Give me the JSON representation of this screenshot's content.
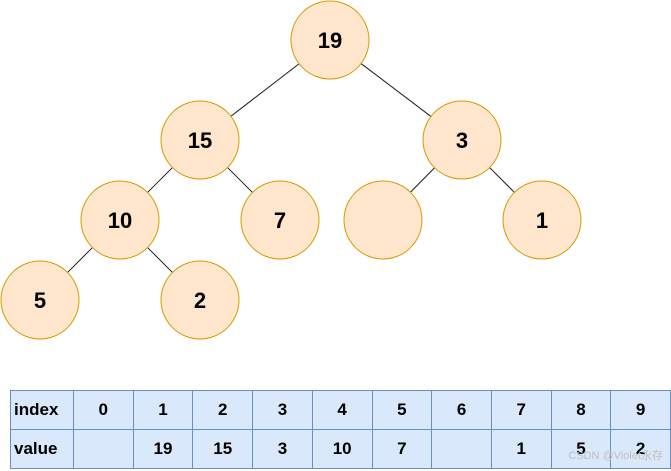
{
  "tree": {
    "nodes": [
      {
        "id": "n1",
        "label": "19"
      },
      {
        "id": "n2",
        "label": "15"
      },
      {
        "id": "n3",
        "label": "3"
      },
      {
        "id": "n4",
        "label": "10"
      },
      {
        "id": "n5",
        "label": "7"
      },
      {
        "id": "n6",
        "label": ""
      },
      {
        "id": "n7",
        "label": "1"
      },
      {
        "id": "n8",
        "label": "5"
      },
      {
        "id": "n9",
        "label": "2"
      }
    ],
    "edges": [
      {
        "from": "n1",
        "to": "n2"
      },
      {
        "from": "n1",
        "to": "n3"
      },
      {
        "from": "n2",
        "to": "n4"
      },
      {
        "from": "n2",
        "to": "n5"
      },
      {
        "from": "n3",
        "to": "n6"
      },
      {
        "from": "n3",
        "to": "n7"
      },
      {
        "from": "n4",
        "to": "n8"
      },
      {
        "from": "n4",
        "to": "n9"
      }
    ]
  },
  "array": {
    "index_label": "index",
    "value_label": "value",
    "indices": [
      "0",
      "1",
      "2",
      "3",
      "4",
      "5",
      "6",
      "7",
      "8",
      "9"
    ],
    "values": [
      "",
      "19",
      "15",
      "3",
      "10",
      "7",
      "",
      "1",
      "5",
      "2"
    ]
  },
  "watermark": "CSDN @Violet永存",
  "colors": {
    "node_fill": "#ffe6cc",
    "node_stroke": "#d79b00",
    "cell_fill": "#dae8fc",
    "cell_stroke": "#6c8ebf"
  }
}
